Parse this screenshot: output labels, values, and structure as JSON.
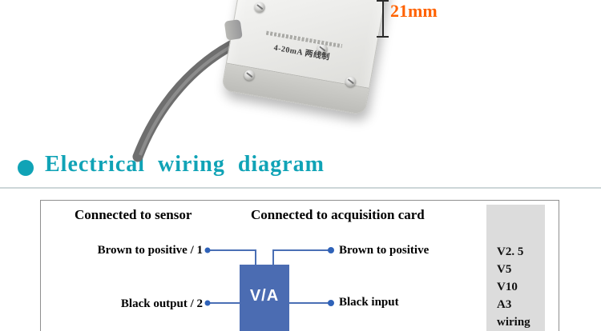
{
  "photo": {
    "dimension_label": "21mm",
    "device_label": "4-20mA 两线制"
  },
  "section": {
    "title": "Electrical wiring diagram"
  },
  "diagram": {
    "left_header": "Connected to sensor",
    "right_header": "Connected to acquisition card",
    "labels": {
      "brown_sensor": "Brown to positive / 1",
      "black_sensor": "Black output / 2",
      "brown_acq": "Brown to positive",
      "black_acq": "Black input"
    },
    "converter": "V/A",
    "terminal_items": [
      "V2. 5",
      "V5",
      "V10",
      "A3",
      "wiring"
    ]
  },
  "colors": {
    "accent_teal": "#10a3b6",
    "wire_blue": "#4a6fb5",
    "converter_blue": "#4b6cb2",
    "dimension_orange": "#ff6200"
  }
}
